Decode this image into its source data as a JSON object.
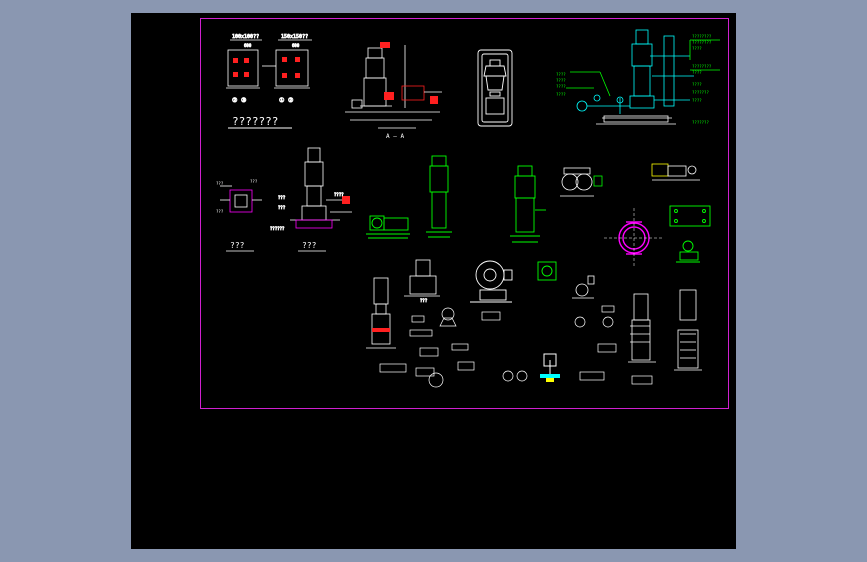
{
  "drawing": {
    "caption_top_left": "???????",
    "caption_mid_left_a": "???",
    "caption_mid_left_b": "???",
    "section_label": "A — A",
    "box1_dim": "100x100??",
    "box2_dim": "150x150??",
    "box1_sub": "600",
    "box2_sub": "600",
    "box1_bottom": "②  ③",
    "box2_bottom": "①  ②",
    "left_note_1": "???",
    "left_note_2": "???",
    "left_note_3": "???",
    "mid_note_1": "???",
    "mid_note_2": "???",
    "mid_note_3": "??????",
    "mid_note_4": "????",
    "pump_note": "???",
    "green_notes_left": [
      "????",
      "????",
      "????",
      "????"
    ],
    "green_notes_right": [
      "????????",
      "????????",
      "????",
      "????????",
      "????",
      "????",
      "???????",
      "????",
      "???????"
    ]
  },
  "colors": {
    "background": "#8a97b1",
    "canvas": "#000000",
    "frame": "#d020d0",
    "white": "#ffffff",
    "green": "#00ff00",
    "cyan": "#00ffff",
    "magenta": "#ff00ff",
    "red": "#ff2020",
    "yellow": "#ffff00"
  }
}
